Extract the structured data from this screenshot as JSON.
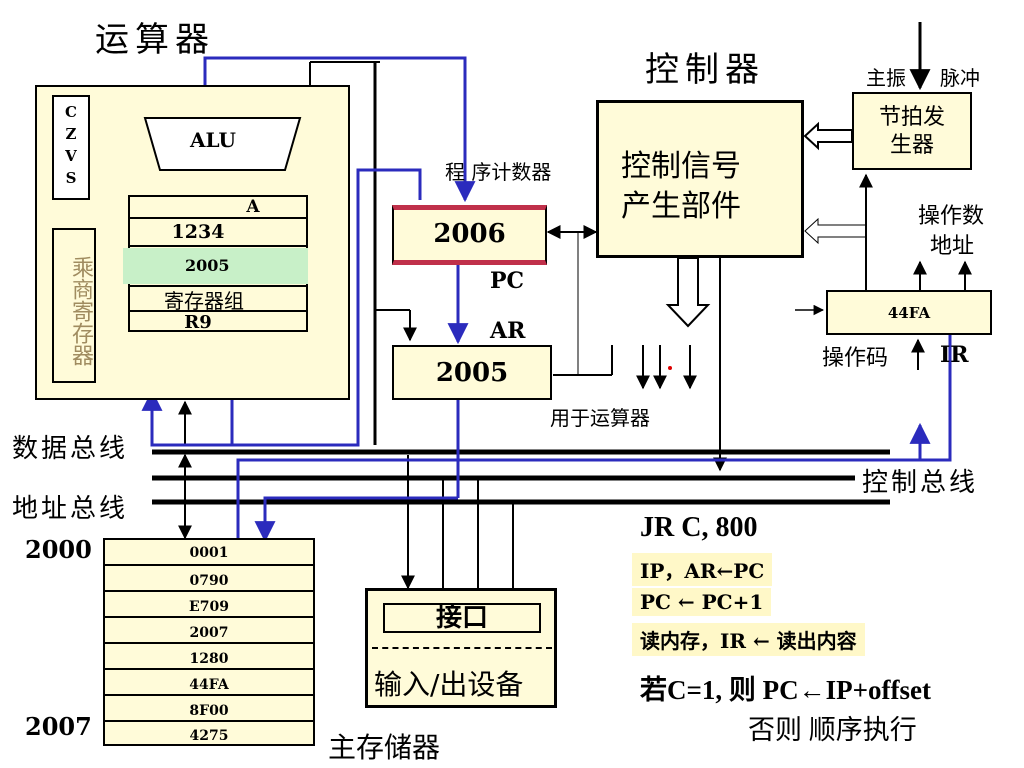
{
  "titles": {
    "alu_unit": "运算器",
    "controller": "控制器",
    "memory": "主存储器",
    "data_bus": "数据总线",
    "address_bus": "地址总线",
    "control_bus": "控制总线"
  },
  "alu_section": {
    "flags": [
      "C",
      "Z",
      "V",
      "S"
    ],
    "alu_label": "ALU",
    "mul_div_register": "乘商寄存器",
    "register_file": {
      "label_top": "A",
      "row1": "1234",
      "row2": "2005",
      "group_label": "寄存器组",
      "label_bottom": "R9"
    }
  },
  "pc": {
    "caption": "程 序计数器",
    "value": "2006",
    "name": "PC"
  },
  "ar": {
    "name": "AR",
    "value": "2005"
  },
  "control_unit": {
    "line1": "控制信号",
    "line2": "产生部件"
  },
  "clock": {
    "main_osc": "主振",
    "pulse": "脉冲",
    "generator_line1": "节拍发",
    "generator_line2": "生器"
  },
  "ir": {
    "operand_addr_line1": "操作数",
    "operand_addr_line2": "地址",
    "value": "44FA",
    "opcode": "操作码",
    "name": "IR"
  },
  "for_alu": "用于运算器",
  "memory": {
    "start_addr": "2000",
    "end_addr": "2007",
    "cells": [
      "0001",
      "0790",
      "E709",
      "2007",
      "1280",
      "44FA",
      "8F00",
      "4275"
    ]
  },
  "io": {
    "interface": "接口",
    "device": "输入/出设备"
  },
  "instruction": {
    "title": "JR  C,  800",
    "steps": [
      "IP，AR←PC",
      "PC ← PC+1",
      "读内存，IR ← 读出内容"
    ],
    "line4": "若C=1, 则 PC←IP+offset",
    "line5": "否则 顺序执行"
  },
  "colors": {
    "box_fill": "#fffbd9",
    "highlight_green": "#c8f0c8",
    "flow_blue": "#2b2bbd",
    "step_bg": "#fff8c8",
    "pc_red": "#c0304a"
  }
}
